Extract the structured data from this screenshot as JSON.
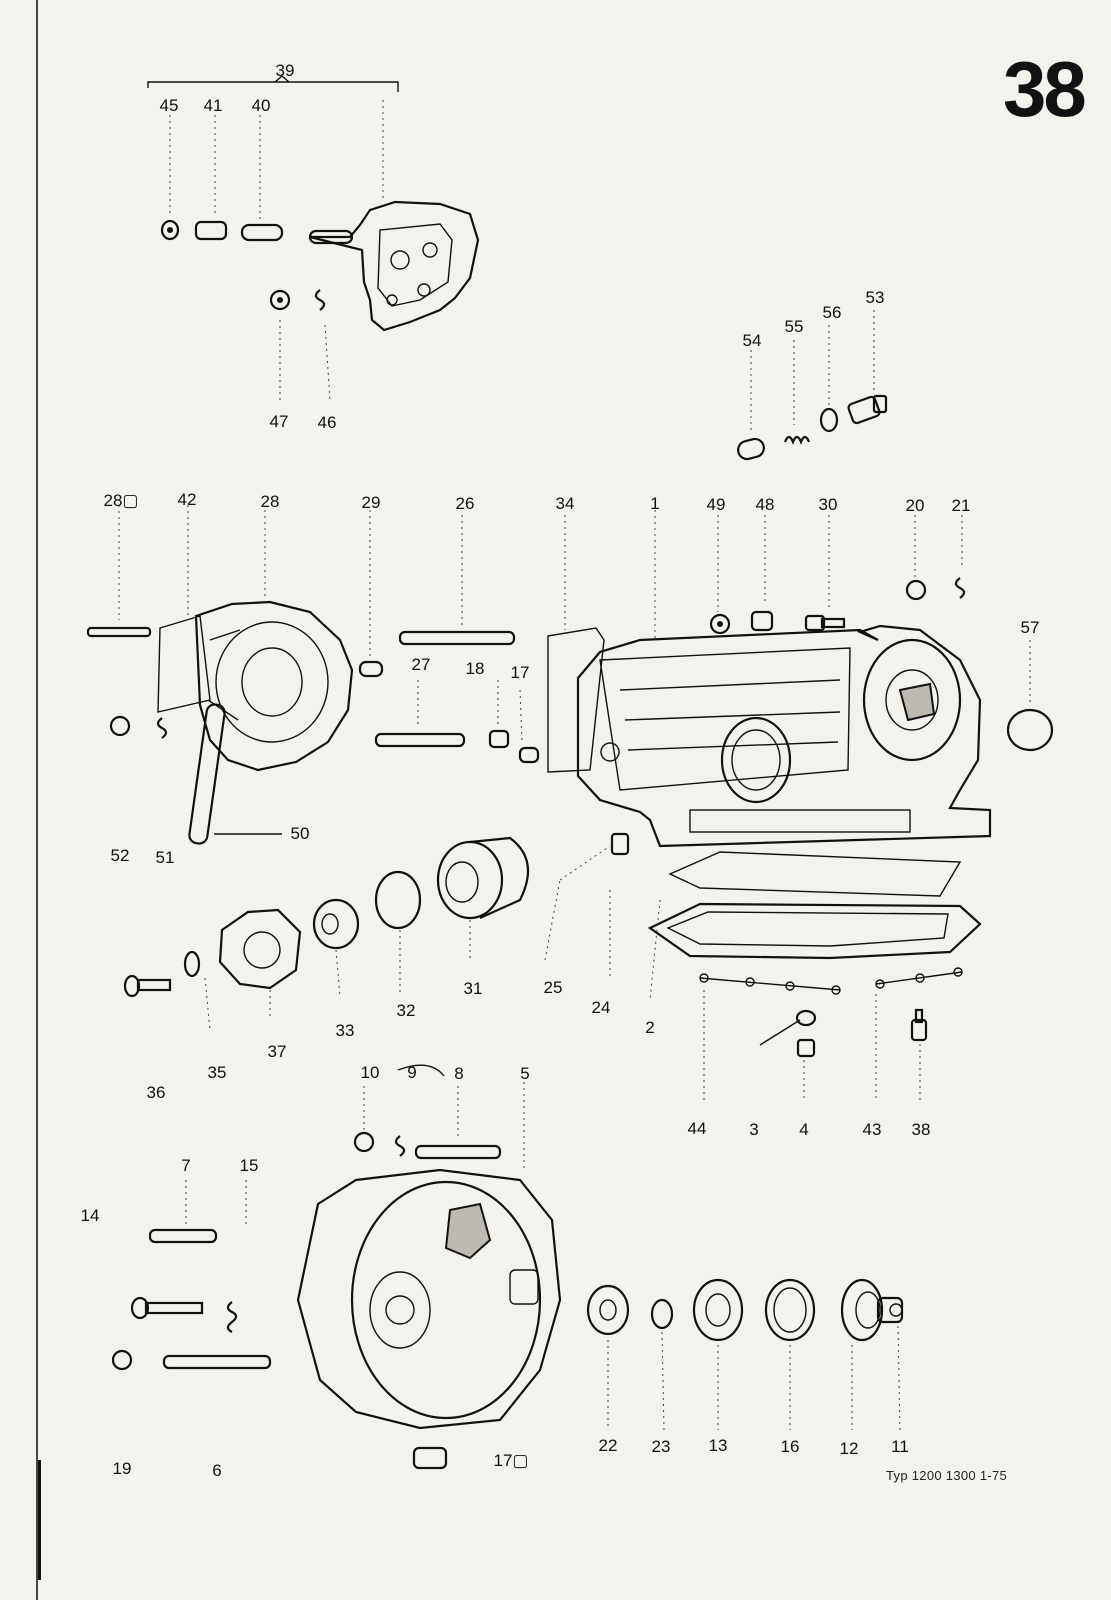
{
  "page_number": "38",
  "footer_text": "Typ 1200 1300   1-75",
  "callouts": [
    {
      "id": "39",
      "label": "39"
    },
    {
      "id": "45",
      "label": "45"
    },
    {
      "id": "41",
      "label": "41"
    },
    {
      "id": "40",
      "label": "40"
    },
    {
      "id": "47",
      "label": "47"
    },
    {
      "id": "46",
      "label": "46"
    },
    {
      "id": "54",
      "label": "54"
    },
    {
      "id": "55",
      "label": "55"
    },
    {
      "id": "56",
      "label": "56"
    },
    {
      "id": "53",
      "label": "53"
    },
    {
      "id": "28a",
      "label": "28▢"
    },
    {
      "id": "42",
      "label": "42"
    },
    {
      "id": "28",
      "label": "28"
    },
    {
      "id": "29",
      "label": "29"
    },
    {
      "id": "26",
      "label": "26"
    },
    {
      "id": "34",
      "label": "34"
    },
    {
      "id": "1",
      "label": "1"
    },
    {
      "id": "49",
      "label": "49"
    },
    {
      "id": "48",
      "label": "48"
    },
    {
      "id": "30",
      "label": "30"
    },
    {
      "id": "20",
      "label": "20"
    },
    {
      "id": "21",
      "label": "21"
    },
    {
      "id": "57",
      "label": "57"
    },
    {
      "id": "27",
      "label": "27"
    },
    {
      "id": "18",
      "label": "18"
    },
    {
      "id": "17",
      "label": "17"
    },
    {
      "id": "50",
      "label": "50"
    },
    {
      "id": "52",
      "label": "52"
    },
    {
      "id": "51",
      "label": "51"
    },
    {
      "id": "31",
      "label": "31"
    },
    {
      "id": "25",
      "label": "25"
    },
    {
      "id": "24",
      "label": "24"
    },
    {
      "id": "2",
      "label": "2"
    },
    {
      "id": "32",
      "label": "32"
    },
    {
      "id": "33",
      "label": "33"
    },
    {
      "id": "37",
      "label": "37"
    },
    {
      "id": "35",
      "label": "35"
    },
    {
      "id": "36",
      "label": "36"
    },
    {
      "id": "10",
      "label": "10"
    },
    {
      "id": "9",
      "label": "9"
    },
    {
      "id": "8",
      "label": "8"
    },
    {
      "id": "5",
      "label": "5"
    },
    {
      "id": "44",
      "label": "44"
    },
    {
      "id": "3",
      "label": "3"
    },
    {
      "id": "4",
      "label": "4"
    },
    {
      "id": "43",
      "label": "43"
    },
    {
      "id": "38",
      "label": "38"
    },
    {
      "id": "7",
      "label": "7"
    },
    {
      "id": "15",
      "label": "15"
    },
    {
      "id": "14",
      "label": "14"
    },
    {
      "id": "19",
      "label": "19"
    },
    {
      "id": "6",
      "label": "6"
    },
    {
      "id": "17a",
      "label": "17▢"
    },
    {
      "id": "22",
      "label": "22"
    },
    {
      "id": "23",
      "label": "23"
    },
    {
      "id": "13",
      "label": "13"
    },
    {
      "id": "16",
      "label": "16"
    },
    {
      "id": "12",
      "label": "12"
    },
    {
      "id": "11",
      "label": "11"
    }
  ]
}
